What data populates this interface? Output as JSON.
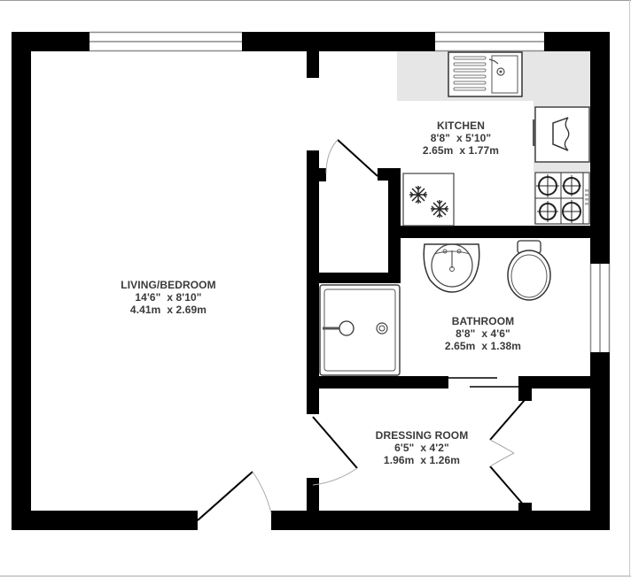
{
  "floorplan": {
    "rooms": [
      {
        "id": "kitchen",
        "name": "KITCHEN",
        "imperial": "8'8\"  x 5'10\"",
        "metric": "2.65m  x 1.77m"
      },
      {
        "id": "living",
        "name": "LIVING/BEDROOM",
        "imperial": "14'6\"  x 8'10\"",
        "metric": "4.41m  x 2.69m"
      },
      {
        "id": "bathroom",
        "name": "BATHROOM",
        "imperial": "8'8\"  x 4'6\"",
        "metric": "2.65m  x 1.38m"
      },
      {
        "id": "dressing",
        "name": "DRESSING ROOM",
        "imperial": "6'5\"  x 4'2\"",
        "metric": "1.96m  x 1.26m"
      }
    ],
    "fixtures": [
      "sink-icon",
      "washing-machine-icon",
      "hob-icon",
      "fridge-freezer-icon",
      "washbasin-icon",
      "toilet-icon",
      "shower-tray-icon"
    ],
    "colors": {
      "wall": "#000000",
      "worktop": "#e6e6e6",
      "text": "#3a3a3a",
      "window": "#8c8c8c"
    }
  }
}
